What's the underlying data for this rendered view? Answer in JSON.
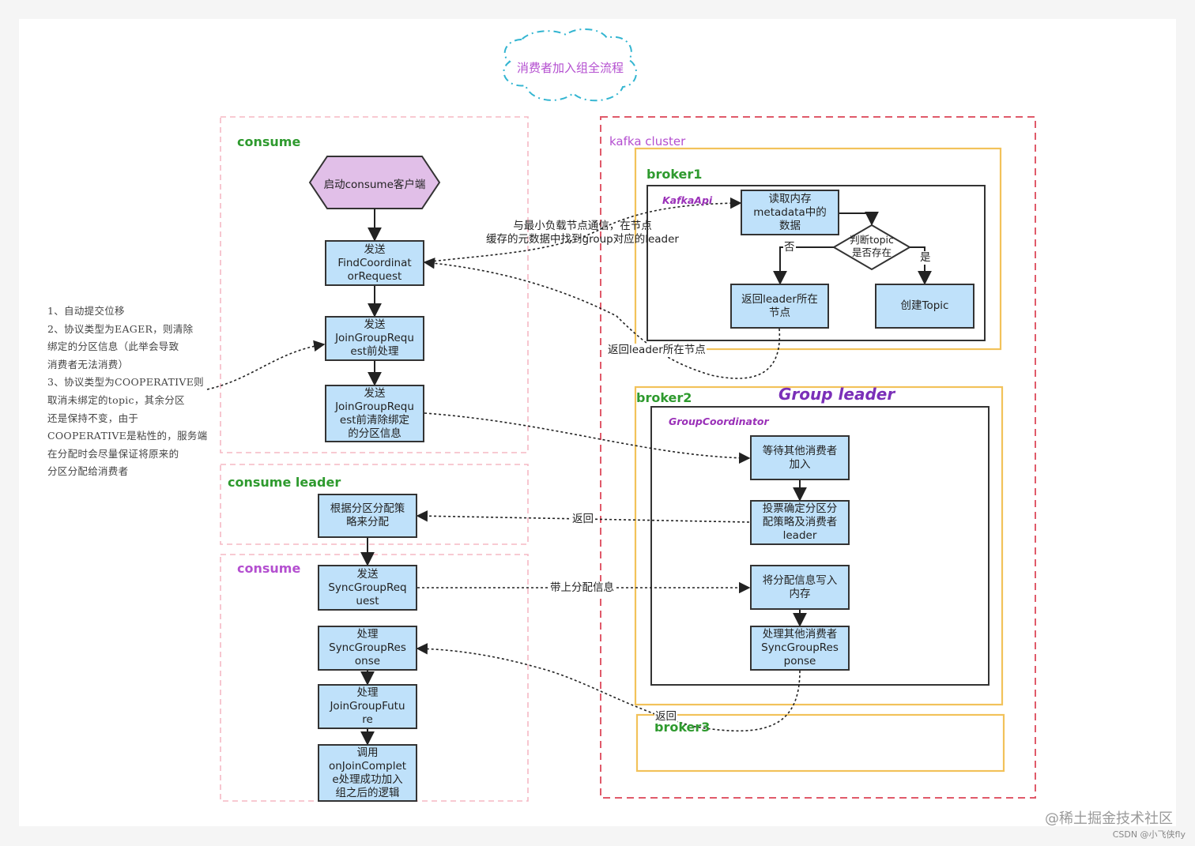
{
  "title": "消费者加入组全流程",
  "regions": {
    "consume_top": "consume",
    "consume_leader": "consume leader",
    "consume_bottom": "consume",
    "kafka_cluster": "kafka cluster",
    "broker1": "broker1",
    "kafka_api": "KafkaApi",
    "broker2": "broker2",
    "group_leader": "Group leader",
    "group_coordinator": "GroupCoordinator",
    "broker3": "broker3"
  },
  "nodes": {
    "start": "启动consume客户端",
    "find_coord": "发送\nFindCoordinat\norRequest",
    "join_pre": "发送\nJoinGroupRequ\nest前处理",
    "join_clear": "发送\nJoinGroupRequ\nest前清除绑定\n的分区信息",
    "assign": "根据分区分配策\n略来分配",
    "sync_req": "发送\nSyncGroupReq\nuest",
    "sync_resp": "处理\nSyncGroupRes\nonse",
    "join_future": "处理\nJoinGroupFutu\nre",
    "on_join": "调用\nonJoinComplet\ne处理成功加入\n组之后的逻辑",
    "read_meta": "读取内存\nmetadata中的\n数据",
    "judge_topic": "判断topic\n是否存在",
    "return_leader": "返回leader所在\n节点",
    "create_topic": "创建Topic",
    "wait_others": "等待其他消费者\n加入",
    "vote": "投票确定分区分\n配策略及消费者\nleader",
    "write_mem": "将分配信息写入\n内存",
    "handle_others": "处理其他消费者\nSyncGroupRes\nponse"
  },
  "edge_labels": {
    "find_coord": "与最小负载节点通信，在节点\n缓存的元数据中找到group对应的leader",
    "no": "否",
    "yes": "是",
    "return_leader_node": "返回leader所在节点",
    "return": "返回",
    "with_assign": "带上分配信息",
    "return2": "返回"
  },
  "note_lines": [
    "1、自动提交位移",
    "2、协议类型为EAGER，则清除",
    "绑定的分区信息（此举会导致",
    "消费者无法消费）",
    "3、协议类型为COOPERATIVE则",
    "取消未绑定的topic，其余分区",
    "还是保持不变，由于",
    "COOPERATIVE是粘性的，服务端",
    "在分配时会尽量保证将原来的",
    "分区分配给消费者"
  ],
  "watermark": {
    "site": "@稀土掘金技术社区",
    "csdn": "CSDN @小飞侠fly"
  },
  "colors": {
    "box_fill": "#bfe1fa",
    "start_fill": "#e1bfe8",
    "consume_border": "#f5b8c4",
    "cluster_border": "#e05a6a",
    "broker_border": "#f2c25a",
    "cloud_border": "#33b5d1",
    "title_color": "#b44fd0",
    "green": "#2e9a2e",
    "purple": "#b44fd0",
    "group_leader": "#7a2fb8"
  }
}
